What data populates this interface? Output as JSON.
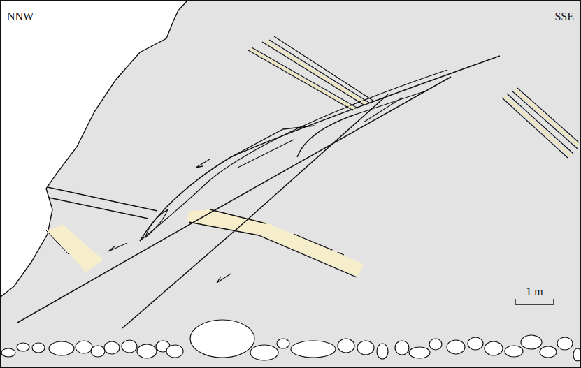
{
  "diagram": {
    "labels": [
      "NNW",
      "SSE",
      "1 m"
    ]
  }
}
